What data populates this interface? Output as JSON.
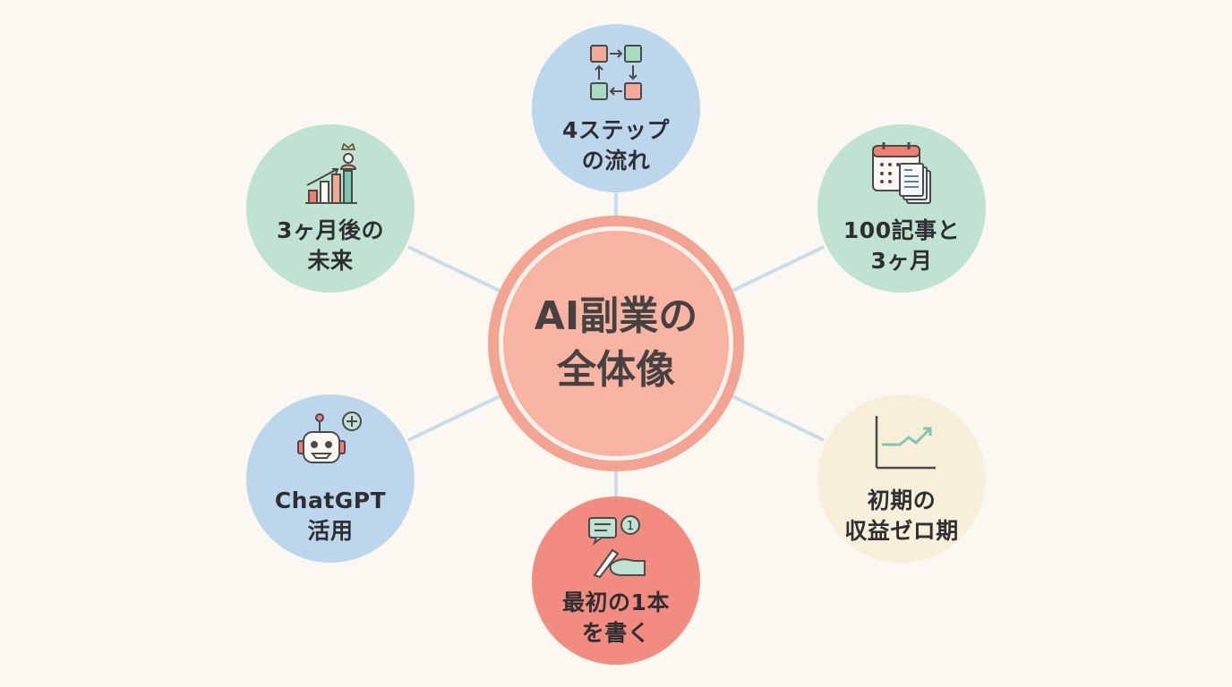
{
  "center": {
    "title": "AI副業の\n全体像"
  },
  "nodes": [
    {
      "id": "steps",
      "label": "4ステップ\nの流れ",
      "icon": "flow-steps-icon",
      "color": "#bcd6ec"
    },
    {
      "id": "articles",
      "label": "100記事と\n3ヶ月",
      "icon": "calendar-documents-icon",
      "color": "#bfe3d0"
    },
    {
      "id": "zero",
      "label": "初期の\n収益ゼロ期",
      "icon": "growth-chart-icon",
      "color": "#f7efd9"
    },
    {
      "id": "first",
      "label": "最初の1本\nを書く",
      "icon": "writing-hand-icon",
      "color": "#f38c80"
    },
    {
      "id": "chatgpt",
      "label": "ChatGPT\n活用",
      "icon": "robot-icon",
      "color": "#bcd6ec"
    },
    {
      "id": "future",
      "label": "3ヶ月後の\n未来",
      "icon": "success-bar-chart-icon",
      "color": "#bfe3d0"
    }
  ],
  "colors": {
    "connector": "#c9dceb",
    "center_ring": "#f3a493",
    "center_fill": "#f8b4a3"
  }
}
